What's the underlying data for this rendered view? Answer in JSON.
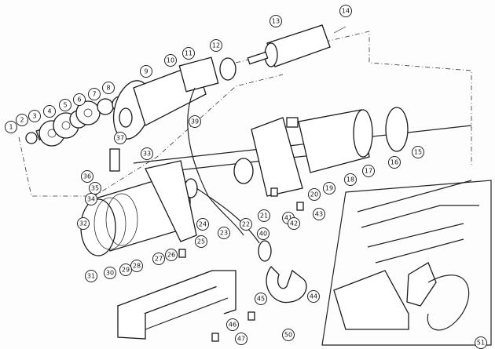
{
  "title": "Winch exploded parts diagram",
  "part_numbers": [
    "1",
    "2",
    "3",
    "4",
    "5",
    "6",
    "7",
    "8",
    "9",
    "10",
    "11",
    "12",
    "13",
    "14",
    "15",
    "16",
    "17",
    "18",
    "19",
    "20",
    "21",
    "22",
    "23",
    "24",
    "25",
    "26",
    "27",
    "28",
    "29",
    "30",
    "31",
    "32",
    "33",
    "34",
    "35",
    "36",
    "37",
    "39",
    "40",
    "41",
    "42",
    "43",
    "44",
    "45",
    "46",
    "47",
    "50",
    "51"
  ]
}
